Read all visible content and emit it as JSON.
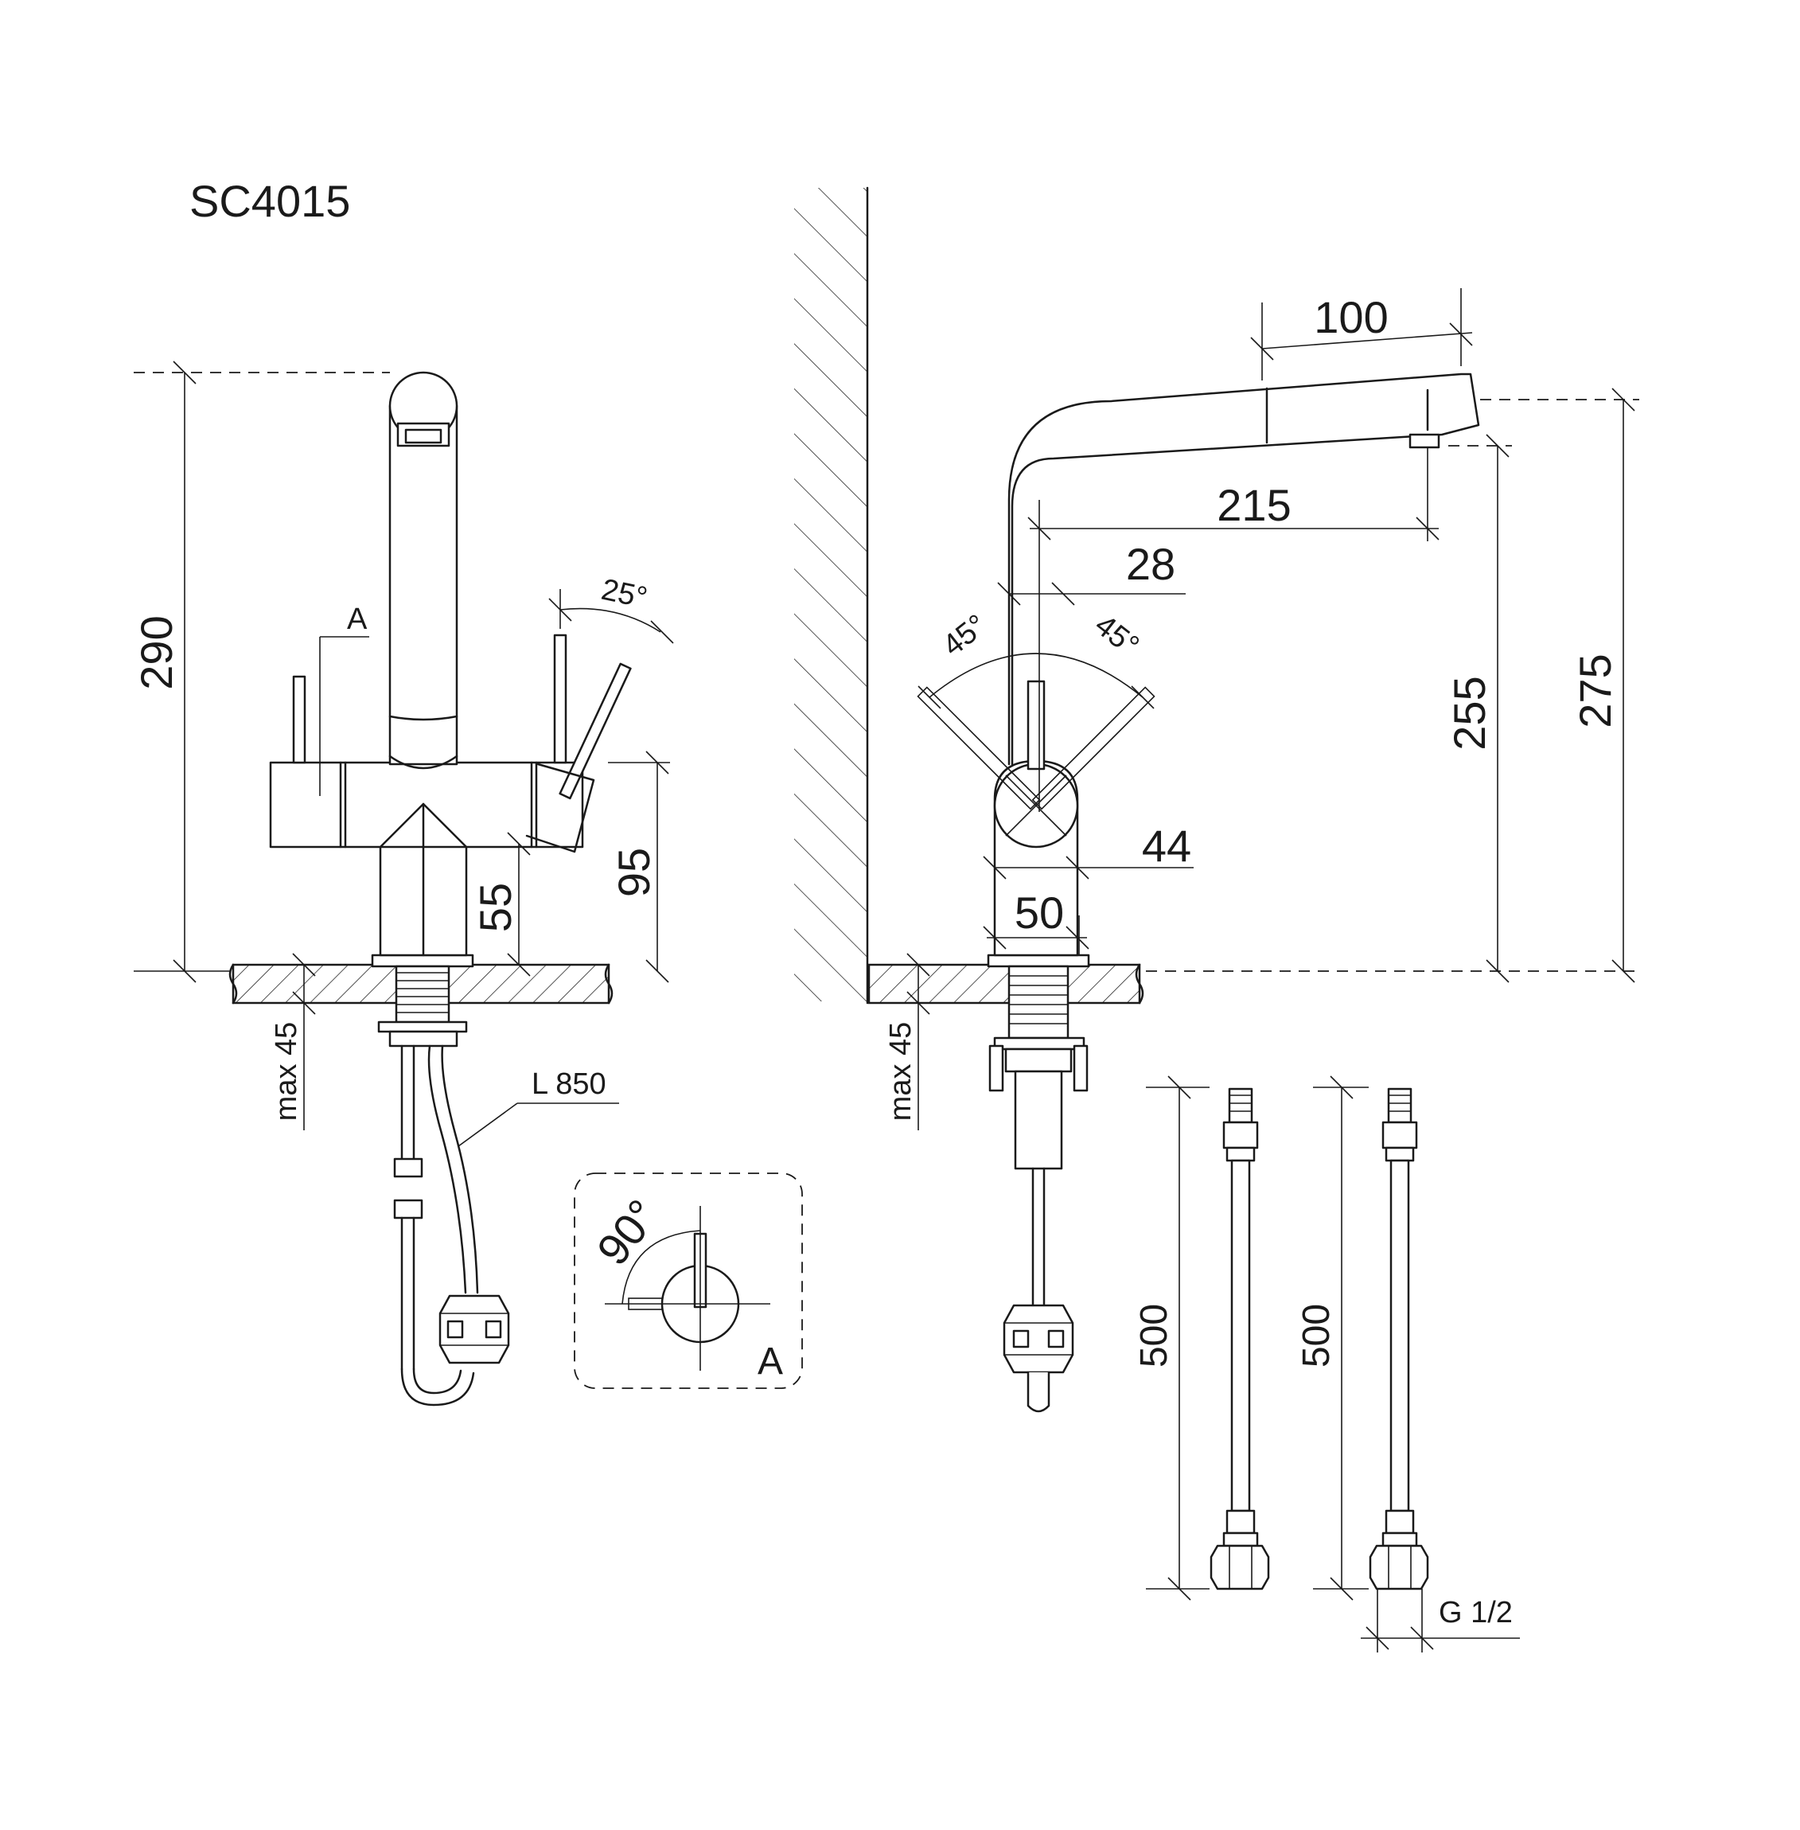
{
  "model": "SC4015",
  "detail_letter": "A",
  "left_view": {
    "height_total": "290",
    "lever_height": "95",
    "body_height": "55",
    "lever_angle": "25°",
    "max_thickness": "max 45",
    "hose_length": "L 850",
    "section_label": "A"
  },
  "detail_view": {
    "angle": "90°",
    "label": "A"
  },
  "right_view": {
    "spout_length": "100",
    "reach": "215",
    "offset": "28",
    "angle_left": "45°",
    "angle_right": "45°",
    "outlet_height": "255",
    "total_height": "275",
    "diameter_small": "44",
    "diameter_base": "50",
    "max_thickness": "max 45"
  },
  "hoses": {
    "length_1": "500",
    "length_2": "500",
    "thread": "G 1/2"
  }
}
